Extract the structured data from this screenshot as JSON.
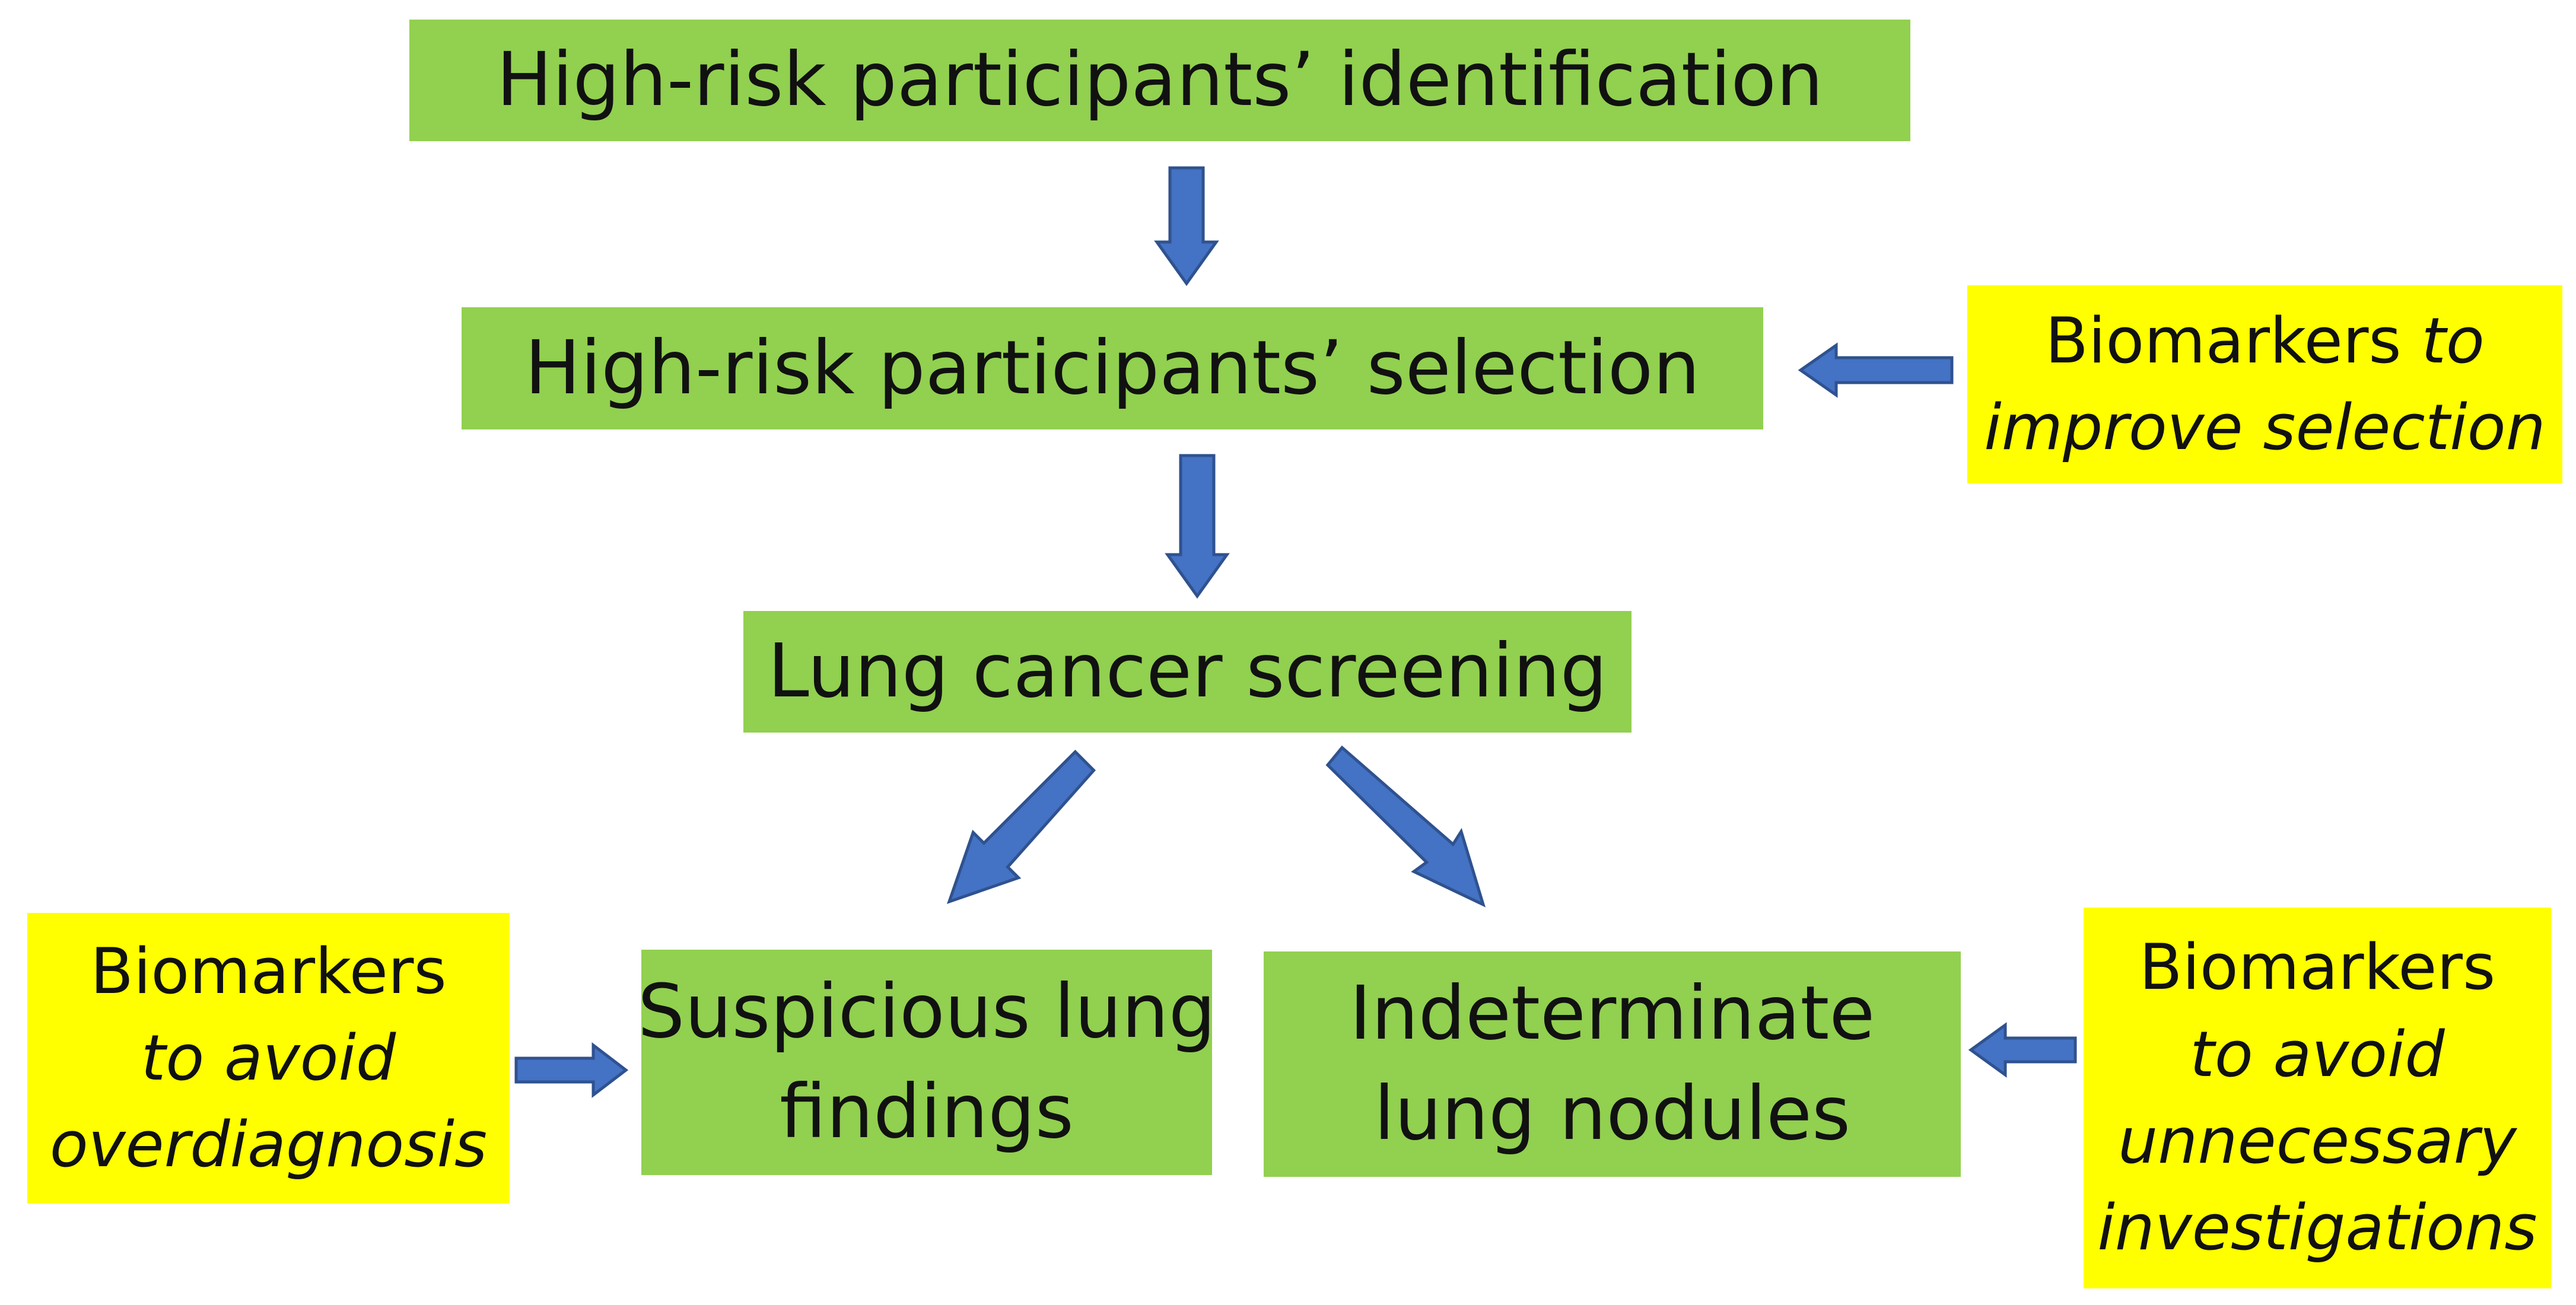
{
  "steps": {
    "identification": "High-risk participants’ identification",
    "selection": "High-risk participants’ selection",
    "screening": "Lung cancer screening",
    "suspicious": {
      "line1": "Suspicious lung",
      "line2": "findings"
    },
    "nodules": {
      "line1": "Indeterminate",
      "line2": "lung nodules"
    }
  },
  "biomarkers": {
    "selection": {
      "line1_plain": "Biomarkers",
      "line1_italic": "to",
      "line2_italic": "improve selection"
    },
    "overdiagnosis": {
      "line1": "Biomarkers",
      "line2": "to avoid",
      "line3": "overdiagnosis"
    },
    "investigations": {
      "line1": "Biomarkers",
      "line2": "to avoid",
      "line3": "unnecessary",
      "line4": "investigations"
    }
  },
  "colors": {
    "step_fill": "#92d050",
    "biomarker_fill": "#ffff00",
    "arrow_fill": "#4472c4",
    "arrow_stroke": "#2f528f"
  }
}
